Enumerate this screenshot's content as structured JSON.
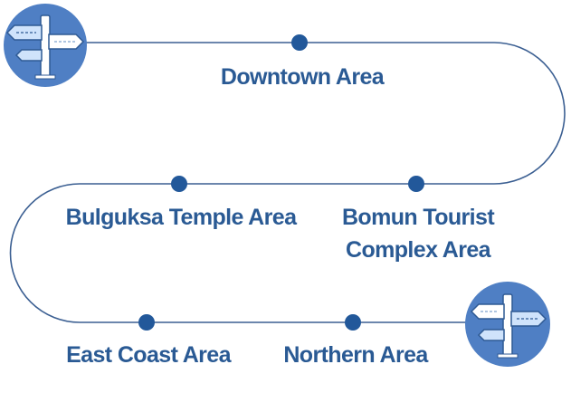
{
  "stops": [
    {
      "id": "downtown",
      "label": "Downtown Area"
    },
    {
      "id": "bulguksa",
      "label": "Bulguksa Temple Area"
    },
    {
      "id": "bomun",
      "label_lines": [
        "Bomun Tourist",
        "Complex Area"
      ]
    },
    {
      "id": "eastcoast",
      "label": "East Coast Area"
    },
    {
      "id": "northern",
      "label": "Northern Area"
    }
  ],
  "icons": {
    "start": "signpost-icon",
    "end": "signpost-icon"
  },
  "colors": {
    "route_line": "#3b5f92",
    "stop_dot": "#22589a",
    "label_text": "#2a5a94",
    "icon_circle": "#4f7fc4",
    "sign_white": "#ffffff",
    "sign_light": "#cfe3fb"
  }
}
